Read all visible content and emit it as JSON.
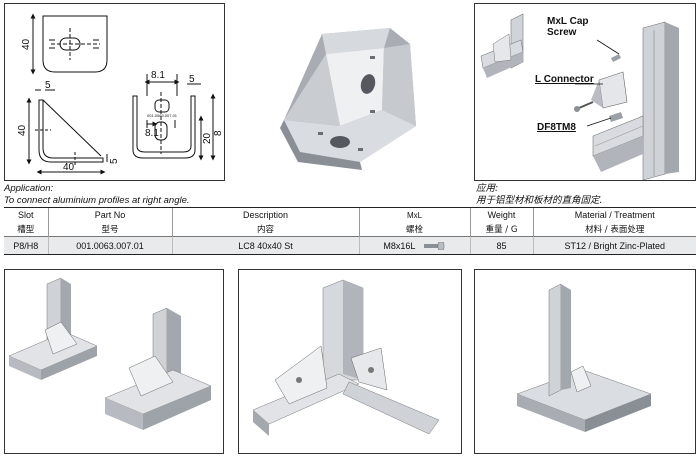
{
  "drawing": {
    "dims": [
      "40",
      "5",
      "8.1",
      "5",
      "40",
      "8.1",
      "20",
      "5",
      "40",
      "8"
    ],
    "part_marking": "001.0063.007.01"
  },
  "assembly": {
    "labels": [
      "MxL Cap Screw",
      "L Connector",
      "DF8TM8"
    ]
  },
  "application": {
    "title_en": "Application:",
    "text_en": "To connect aluminium profiles at right angle.",
    "title_cn": "应用:",
    "text_cn": "用于铝型材和板材的直角固定."
  },
  "table": {
    "headers_en": [
      "Slot",
      "Part No",
      "Description",
      "MxL",
      "Weight",
      "Material / Treatment"
    ],
    "headers_cn": [
      "槽型",
      "型号",
      "内容",
      "螺栓",
      "重量 / G",
      "材料 / 表面处理"
    ],
    "row": [
      "P8/H8",
      "001.0063.007.01",
      "LC8 40x40 St",
      "M8x16L",
      "85",
      "ST12 / Bright Zinc-Plated"
    ]
  },
  "colors": {
    "metal_light": "#e4e6ea",
    "metal_mid": "#b9bdc3",
    "metal_dark": "#8a8f96",
    "row_bg": "#e9eaec"
  }
}
